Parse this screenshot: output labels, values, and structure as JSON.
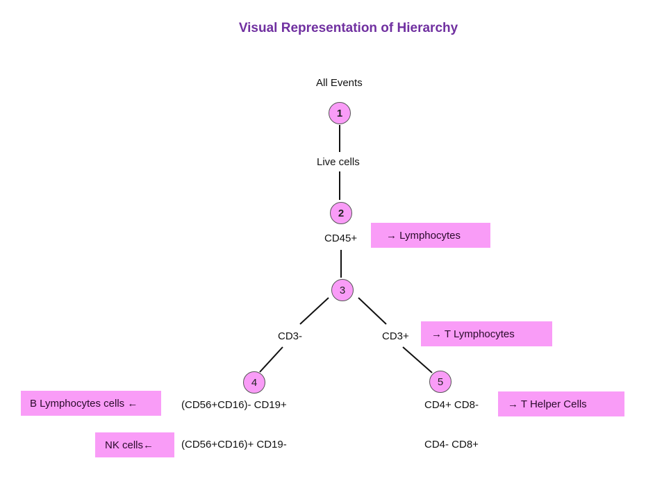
{
  "title": "Visual Representation of Hierarchy",
  "colors": {
    "title": "#7030a0",
    "node_fill": "#f99cf7",
    "box_fill": "#f99cf7"
  },
  "nodes": [
    {
      "id": "1",
      "label": "1"
    },
    {
      "id": "2",
      "label": "2"
    },
    {
      "id": "3",
      "label": "3"
    },
    {
      "id": "4",
      "label": "4"
    },
    {
      "id": "5",
      "label": "5"
    }
  ],
  "labels": {
    "all_events": "All Events",
    "live_cells": "Live cells",
    "cd45": "CD45+",
    "cd3_neg": "CD3-",
    "cd3_pos": "CD3+",
    "cd56_neg_cd19_pos": "(CD56+CD16)- CD19+",
    "cd56_pos_cd19_neg": "(CD56+CD16)+ CD19-",
    "cd4_pos_cd8_neg": "CD4+ CD8-",
    "cd4_neg_cd8_pos": "CD4- CD8+"
  },
  "annotations": {
    "lymphocytes": "→  Lymphocytes",
    "t_lymphocytes": "→ T Lymphocytes",
    "t_helper": "→ T Helper Cells",
    "b_lymphocytes": "B Lymphocytes cells ←",
    "nk_cells": "NK cells←"
  }
}
